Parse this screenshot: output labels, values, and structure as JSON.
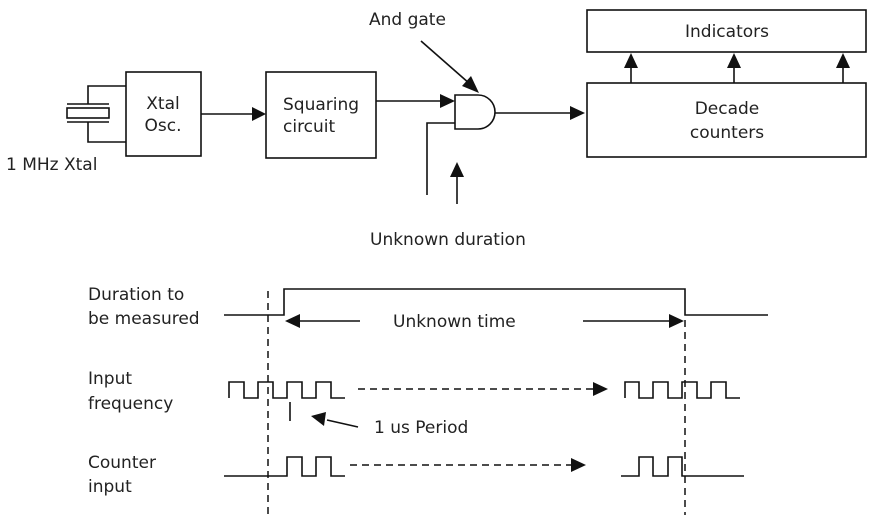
{
  "block_diagram": {
    "xtal_label": "1 MHz Xtal",
    "xtal_osc": [
      "Xtal",
      "Osc."
    ],
    "squaring": [
      "Squaring",
      "circuit"
    ],
    "and_gate_label": "And gate",
    "unknown_duration": "Unknown duration",
    "indicators": "Indicators",
    "decade_counters": [
      "Decade",
      "counters"
    ]
  },
  "timing_diagram": {
    "duration_label": [
      "Duration to",
      "be measured"
    ],
    "unknown_time": "Unknown time",
    "input_frequency_label": [
      "Input",
      "frequency"
    ],
    "period_label": "1 us Period",
    "counter_input_label": [
      "Counter",
      "input"
    ]
  }
}
